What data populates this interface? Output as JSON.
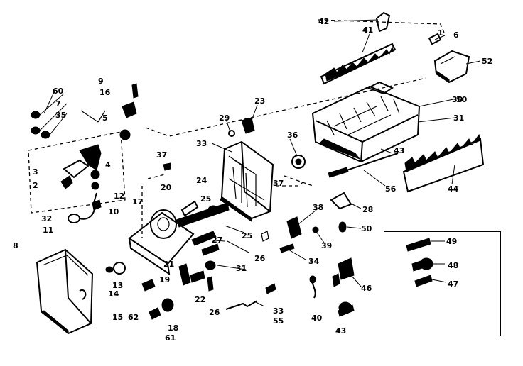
{
  "callouts": {
    "n1": "1",
    "n2": "2",
    "n3": "3",
    "n4": "4",
    "n5": "5",
    "n6": "6",
    "n7": "7",
    "n8": "8",
    "n9": "9",
    "n10": "10",
    "n11": "11",
    "n12": "12",
    "n13": "13",
    "n14": "14",
    "n15": "15",
    "n16": "16",
    "n17": "17",
    "n18": "18",
    "n19": "19",
    "n20": "20",
    "n21": "21",
    "n22": "22",
    "n23": "23",
    "n24": "24",
    "n25a": "25",
    "n25b": "25",
    "n26a": "26",
    "n26b": "26",
    "n27": "27",
    "n28": "28",
    "n29": "29",
    "n30": "30",
    "n31a": "31",
    "n31b": "31",
    "n32": "32",
    "n33a": "33",
    "n33b": "33",
    "n34": "34",
    "n35a": "35",
    "n35b": "55",
    "n36": "36",
    "n37a": "37",
    "n37b": "37",
    "n38": "38",
    "n39": "39",
    "n40": "40",
    "n41": "41",
    "n42": "42",
    "n43a": "43",
    "n43b": "43",
    "n44": "44",
    "n46": "46",
    "n47": "47",
    "n48": "48",
    "n49": "49",
    "n50a": "50",
    "n50b": "50",
    "n52": "52",
    "n56": "56",
    "n60": "60",
    "n61": "61",
    "n62": "62"
  },
  "colors": {
    "ink": "#000000",
    "paper": "#ffffff"
  }
}
